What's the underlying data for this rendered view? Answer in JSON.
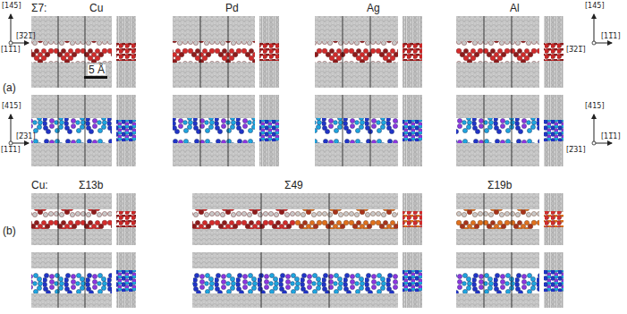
{
  "diagram": {
    "labels": [
      "[145]",
      "[3̅21̅]",
      "[11̅1]",
      "Σ7:",
      "Cu",
      "Pd",
      "Ag",
      "Al",
      "5 Å",
      "[145]",
      "[11̅1]",
      "[3̅21̅]",
      "(a)",
      "[415]",
      "[2̅31]",
      "[11̅1]",
      "[415]",
      "[11̅1]",
      "[2̅31]",
      "(b)",
      "Cu:",
      "Σ13b",
      "Σ49",
      "Σ19b"
    ]
  }
}
